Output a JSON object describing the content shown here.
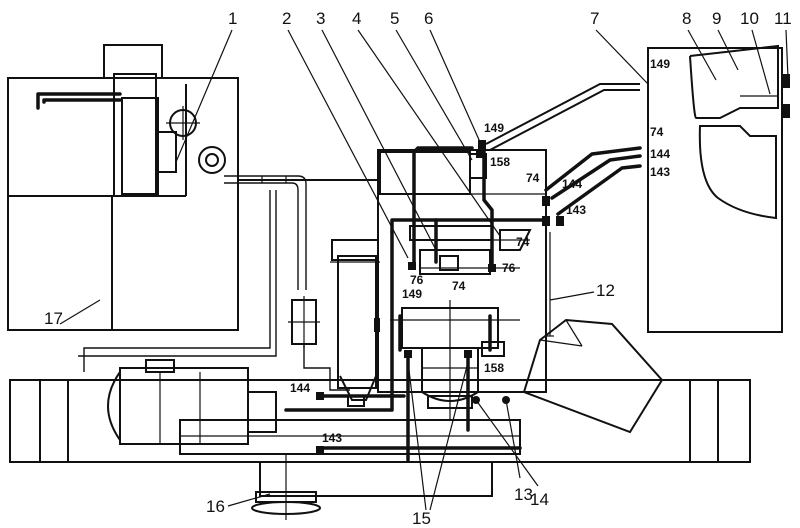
{
  "callouts": [
    "1",
    "2",
    "3",
    "4",
    "5",
    "6",
    "7",
    "8",
    "9",
    "10",
    "11",
    "12",
    "13",
    "14",
    "15",
    "16",
    "17"
  ],
  "pipe_codes": {
    "c149_top": "149",
    "c158_top": "158",
    "c74_a": "74",
    "c144_a": "144",
    "c143_a": "143",
    "c74_valve": "74",
    "c76_a": "76",
    "c76_b": "76",
    "c74_mid": "74",
    "c149_mid": "149",
    "c158_bot": "158",
    "c144_bot": "144",
    "c143_bot": "143",
    "c149_panel": "149",
    "c74_panel": "74",
    "c144_panel": "144",
    "c143_panel": "143"
  }
}
